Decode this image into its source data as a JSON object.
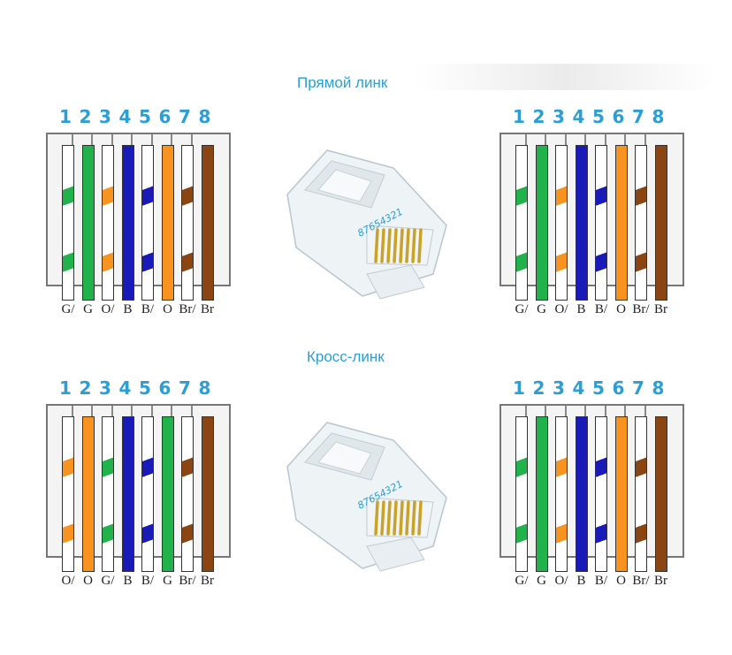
{
  "titles": {
    "straight": "Прямой линк",
    "cross": "Кросс-линк"
  },
  "pin_numbers": [
    "1",
    "2",
    "3",
    "4",
    "5",
    "6",
    "7",
    "8"
  ],
  "connector_pin_text": "87654321",
  "colors": {
    "green": "#22b24c",
    "orange": "#f7931e",
    "blue": "#1a1ab8",
    "brown": "#8b4513",
    "white": "#ffffff",
    "accent": "#2a9fd6"
  },
  "blocks": {
    "straight_left": {
      "wires": [
        {
          "color": "green",
          "striped": true
        },
        {
          "color": "green",
          "striped": false
        },
        {
          "color": "orange",
          "striped": true
        },
        {
          "color": "blue",
          "striped": false
        },
        {
          "color": "blue",
          "striped": true
        },
        {
          "color": "orange",
          "striped": false
        },
        {
          "color": "brown",
          "striped": true
        },
        {
          "color": "brown",
          "striped": false
        }
      ],
      "labels": [
        "G/",
        "G",
        "O/",
        "B",
        "B/",
        "O",
        "Br/",
        "Br"
      ]
    },
    "straight_right": {
      "wires": [
        {
          "color": "green",
          "striped": true
        },
        {
          "color": "green",
          "striped": false
        },
        {
          "color": "orange",
          "striped": true
        },
        {
          "color": "blue",
          "striped": false
        },
        {
          "color": "blue",
          "striped": true
        },
        {
          "color": "orange",
          "striped": false
        },
        {
          "color": "brown",
          "striped": true
        },
        {
          "color": "brown",
          "striped": false
        }
      ],
      "labels": [
        "G/",
        "G",
        "O/",
        "B",
        "B/",
        "O",
        "Br/",
        "Br"
      ]
    },
    "cross_left": {
      "wires": [
        {
          "color": "orange",
          "striped": true
        },
        {
          "color": "orange",
          "striped": false
        },
        {
          "color": "green",
          "striped": true
        },
        {
          "color": "blue",
          "striped": false
        },
        {
          "color": "blue",
          "striped": true
        },
        {
          "color": "green",
          "striped": false
        },
        {
          "color": "brown",
          "striped": true
        },
        {
          "color": "brown",
          "striped": false
        }
      ],
      "labels": [
        "O/",
        "O",
        "G/",
        "B",
        "B/",
        "G",
        "Br/",
        "Br"
      ]
    },
    "cross_right": {
      "wires": [
        {
          "color": "green",
          "striped": true
        },
        {
          "color": "green",
          "striped": false
        },
        {
          "color": "orange",
          "striped": true
        },
        {
          "color": "blue",
          "striped": false
        },
        {
          "color": "blue",
          "striped": true
        },
        {
          "color": "orange",
          "striped": false
        },
        {
          "color": "brown",
          "striped": true
        },
        {
          "color": "brown",
          "striped": false
        }
      ],
      "labels": [
        "G/",
        "G",
        "O/",
        "B",
        "B/",
        "O",
        "Br/",
        "Br"
      ]
    }
  }
}
